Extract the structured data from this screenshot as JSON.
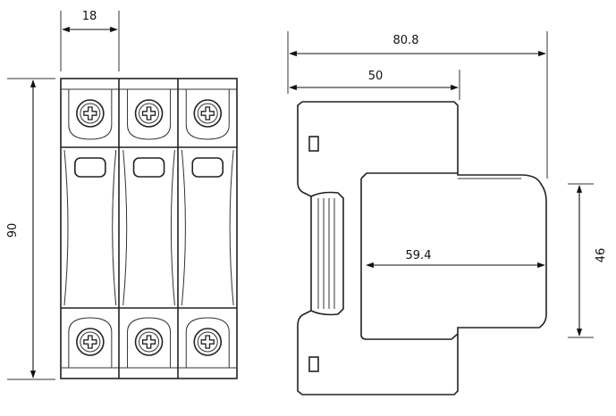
{
  "dimensions": {
    "module_width": "18",
    "height": "90",
    "total_depth": "80.8",
    "rail_depth": "50",
    "front_depth": "59.4",
    "front_height": "46"
  },
  "device": {
    "poles": 3
  }
}
